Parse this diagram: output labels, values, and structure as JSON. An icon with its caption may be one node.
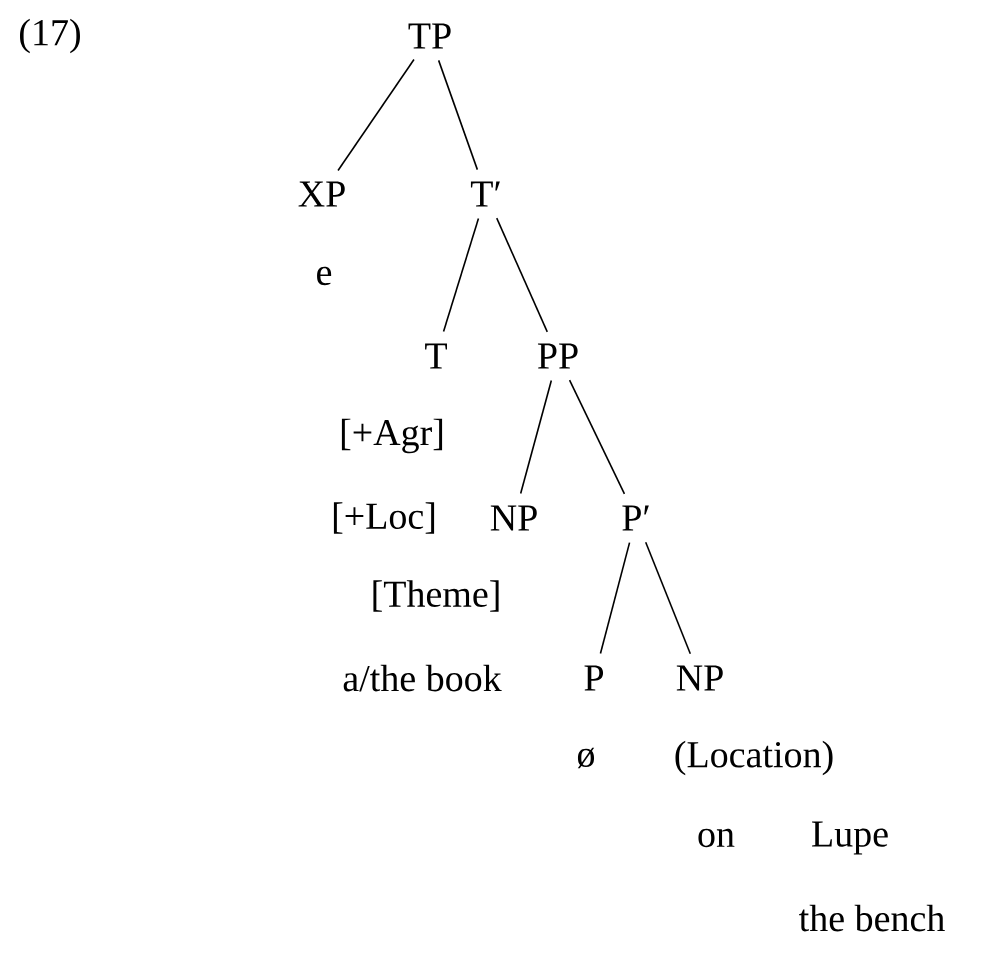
{
  "diagram": {
    "nodes": [
      {
        "text": [
          "TP"
        ]
      },
      {
        "text": [
          "XP",
          "e"
        ]
      },
      {
        "text": [
          "T′"
        ]
      },
      {
        "text": [
          "T",
          "[+Agr]",
          "[+Loc]"
        ]
      },
      {
        "text": [
          "PP"
        ]
      },
      {
        "text": [
          "NP",
          "[Theme]",
          "a/the book"
        ]
      },
      {
        "text": [
          "P′"
        ]
      },
      {
        "text": [
          "P",
          "ø"
        ]
      },
      {
        "text": [
          "NP",
          "(Location)",
          "on",
          "Lupe",
          "the bench"
        ]
      }
    ],
    "edges": [
      {
        "from": 0,
        "to": 1,
        "arrow": "none"
      },
      {
        "from": 0,
        "to": 2,
        "arrow": "none"
      },
      {
        "from": 2,
        "to": 3,
        "arrow": "none"
      },
      {
        "from": 2,
        "to": 4,
        "arrow": "none"
      },
      {
        "from": 4,
        "to": 5,
        "arrow": "none"
      },
      {
        "from": 4,
        "to": 6,
        "arrow": "none"
      },
      {
        "from": 6,
        "to": 7,
        "arrow": "none"
      },
      {
        "from": 6,
        "to": 8,
        "arrow": "none"
      }
    ],
    "labels": [
      "(17)"
    ]
  }
}
